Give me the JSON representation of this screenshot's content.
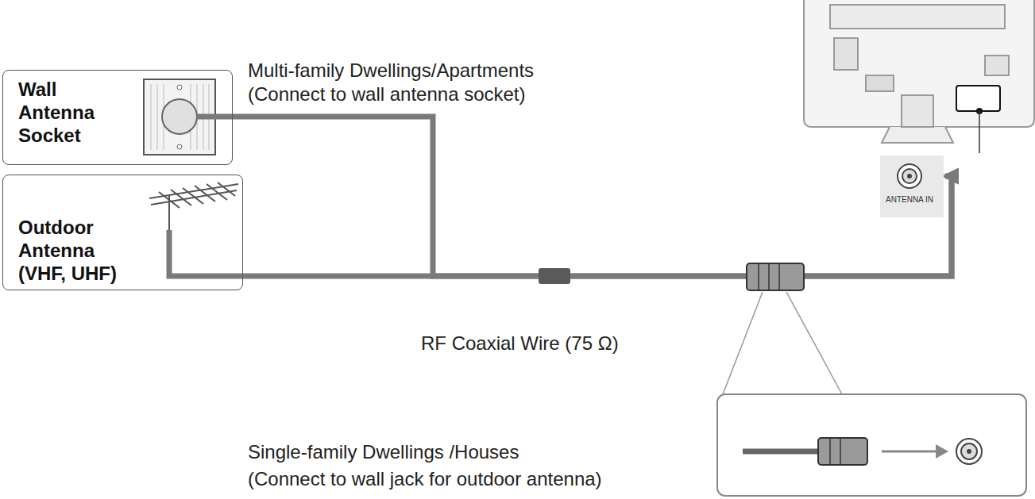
{
  "diagram": {
    "nodes": [
      {
        "text": [
          "Wall Antenna Socket"
        ]
      },
      {
        "text": [
          "Outdoor Antenna (VHF, UHF)"
        ]
      },
      {
        "text": [
          "ANTENNA IN"
        ]
      }
    ],
    "edges": [
      {
        "from": 0,
        "to": 2,
        "arrow": "to"
      },
      {
        "from": 1,
        "to": 2,
        "arrow": "to"
      }
    ],
    "labels": [
      "Multi-family Dwellings/Apartments",
      "(Connect to wall antenna socket)",
      "RF Coaxial Wire (75 Ω)",
      "Single-family Dwellings /Houses",
      "(Connect to wall jack for outdoor antenna)"
    ]
  }
}
